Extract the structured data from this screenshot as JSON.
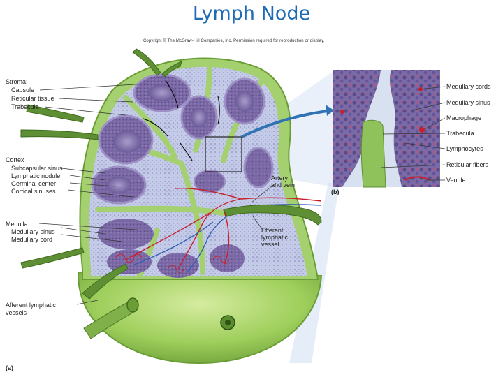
{
  "title": "Lymph Node",
  "copyright": "Copyright © The McGraw-Hill Companies, Inc. Permission required for reproduction or display.",
  "left_labels": {
    "stroma": "Stroma:",
    "capsule": "Capsule",
    "reticular_tissue": "Reticular tissue",
    "trabecula": "Trabecula",
    "cortex": "Cortex",
    "subcapsular_sinus": "Subcapsular sinus",
    "lymphatic_nodule": "Lymphatic nodule",
    "germinal_center": "Germinal center",
    "cortical_sinuses": "Cortical sinuses",
    "medulla": "Medulla",
    "medullary_sinus": "Medullary sinus",
    "medullary_cord": "Medullary cord",
    "afferent_line1": "Afferent lymphatic",
    "afferent_line2": "vessels"
  },
  "center_labels": {
    "artery_line1": "Artery",
    "artery_line2": "and vein",
    "efferent_line1": "Efferent",
    "efferent_line2": "lymphatic",
    "efferent_line3": "vessel"
  },
  "inset_labels": {
    "medullary_cords": "Medullary cords",
    "medullary_sinus": "Medullary sinus",
    "macrophage": "Macrophage",
    "trabecula": "Trabecula",
    "lymphocytes": "Lymphocytes",
    "reticular_fibers": "Reticular fibers",
    "venule": "Venule"
  },
  "panel_labels": {
    "a": "(a)",
    "b": "(b)"
  },
  "colors": {
    "title": "#1f6cb4",
    "capsule_green": "#9fcf6c",
    "vessel_green": "#5e8f34",
    "nodule_purple": "#7c6ba8",
    "sinus_blue": "#bcc6e4",
    "artery_red": "#c8202a",
    "vein_blue": "#2f5fb0"
  }
}
